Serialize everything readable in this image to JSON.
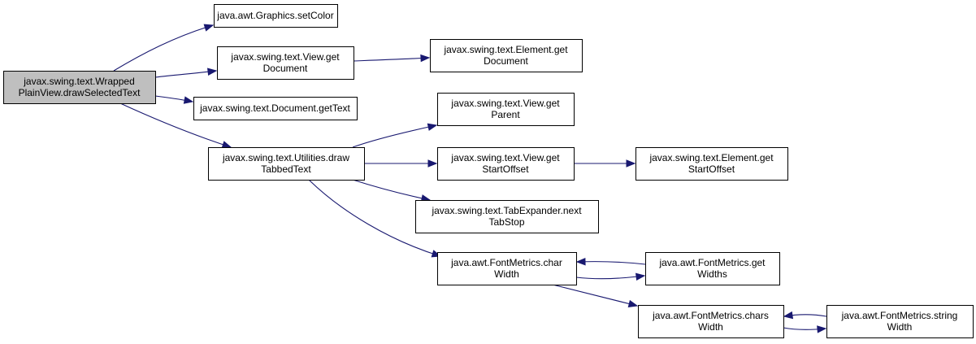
{
  "diagram": {
    "kind": "call graph",
    "colors": {
      "edge": "#191970",
      "root_fill": "#bfbfbf",
      "node_fill": "#ffffff",
      "node_border": "#000000"
    },
    "nodes": [
      {
        "id": "root",
        "lines": [
          "javax.swing.text.Wrapped",
          "PlainView.drawSelectedText"
        ],
        "root": true
      },
      {
        "id": "setColor",
        "lines": [
          "java.awt.Graphics.setColor"
        ]
      },
      {
        "id": "viewGetDocument",
        "lines": [
          "javax.swing.text.View.get",
          "Document"
        ]
      },
      {
        "id": "elementGetDocument",
        "lines": [
          "javax.swing.text.Element.get",
          "Document"
        ]
      },
      {
        "id": "documentGetText",
        "lines": [
          "javax.swing.text.Document.getText"
        ]
      },
      {
        "id": "drawTabbedText",
        "lines": [
          "javax.swing.text.Utilities.draw",
          "TabbedText"
        ]
      },
      {
        "id": "viewGetParent",
        "lines": [
          "javax.swing.text.View.get",
          "Parent"
        ]
      },
      {
        "id": "viewGetStartOffset",
        "lines": [
          "javax.swing.text.View.get",
          "StartOffset"
        ]
      },
      {
        "id": "elementGetStartOffset",
        "lines": [
          "javax.swing.text.Element.get",
          "StartOffset"
        ]
      },
      {
        "id": "nextTabStop",
        "lines": [
          "javax.swing.text.TabExpander.next",
          "TabStop"
        ]
      },
      {
        "id": "charWidth",
        "lines": [
          "java.awt.FontMetrics.char",
          "Width"
        ]
      },
      {
        "id": "getWidths",
        "lines": [
          "java.awt.FontMetrics.get",
          "Widths"
        ]
      },
      {
        "id": "charsWidth",
        "lines": [
          "java.awt.FontMetrics.chars",
          "Width"
        ]
      },
      {
        "id": "stringWidth",
        "lines": [
          "java.awt.FontMetrics.string",
          "Width"
        ]
      }
    ],
    "edges": [
      {
        "from": "root",
        "to": "setColor"
      },
      {
        "from": "root",
        "to": "viewGetDocument"
      },
      {
        "from": "root",
        "to": "documentGetText"
      },
      {
        "from": "root",
        "to": "drawTabbedText"
      },
      {
        "from": "viewGetDocument",
        "to": "elementGetDocument"
      },
      {
        "from": "drawTabbedText",
        "to": "viewGetParent"
      },
      {
        "from": "drawTabbedText",
        "to": "viewGetStartOffset"
      },
      {
        "from": "drawTabbedText",
        "to": "nextTabStop"
      },
      {
        "from": "drawTabbedText",
        "to": "charWidth"
      },
      {
        "from": "viewGetStartOffset",
        "to": "elementGetStartOffset"
      },
      {
        "from": "charWidth",
        "to": "getWidths"
      },
      {
        "from": "getWidths",
        "to": "charWidth"
      },
      {
        "from": "charWidth",
        "to": "charsWidth"
      },
      {
        "from": "charsWidth",
        "to": "stringWidth"
      },
      {
        "from": "stringWidth",
        "to": "charsWidth"
      }
    ]
  }
}
